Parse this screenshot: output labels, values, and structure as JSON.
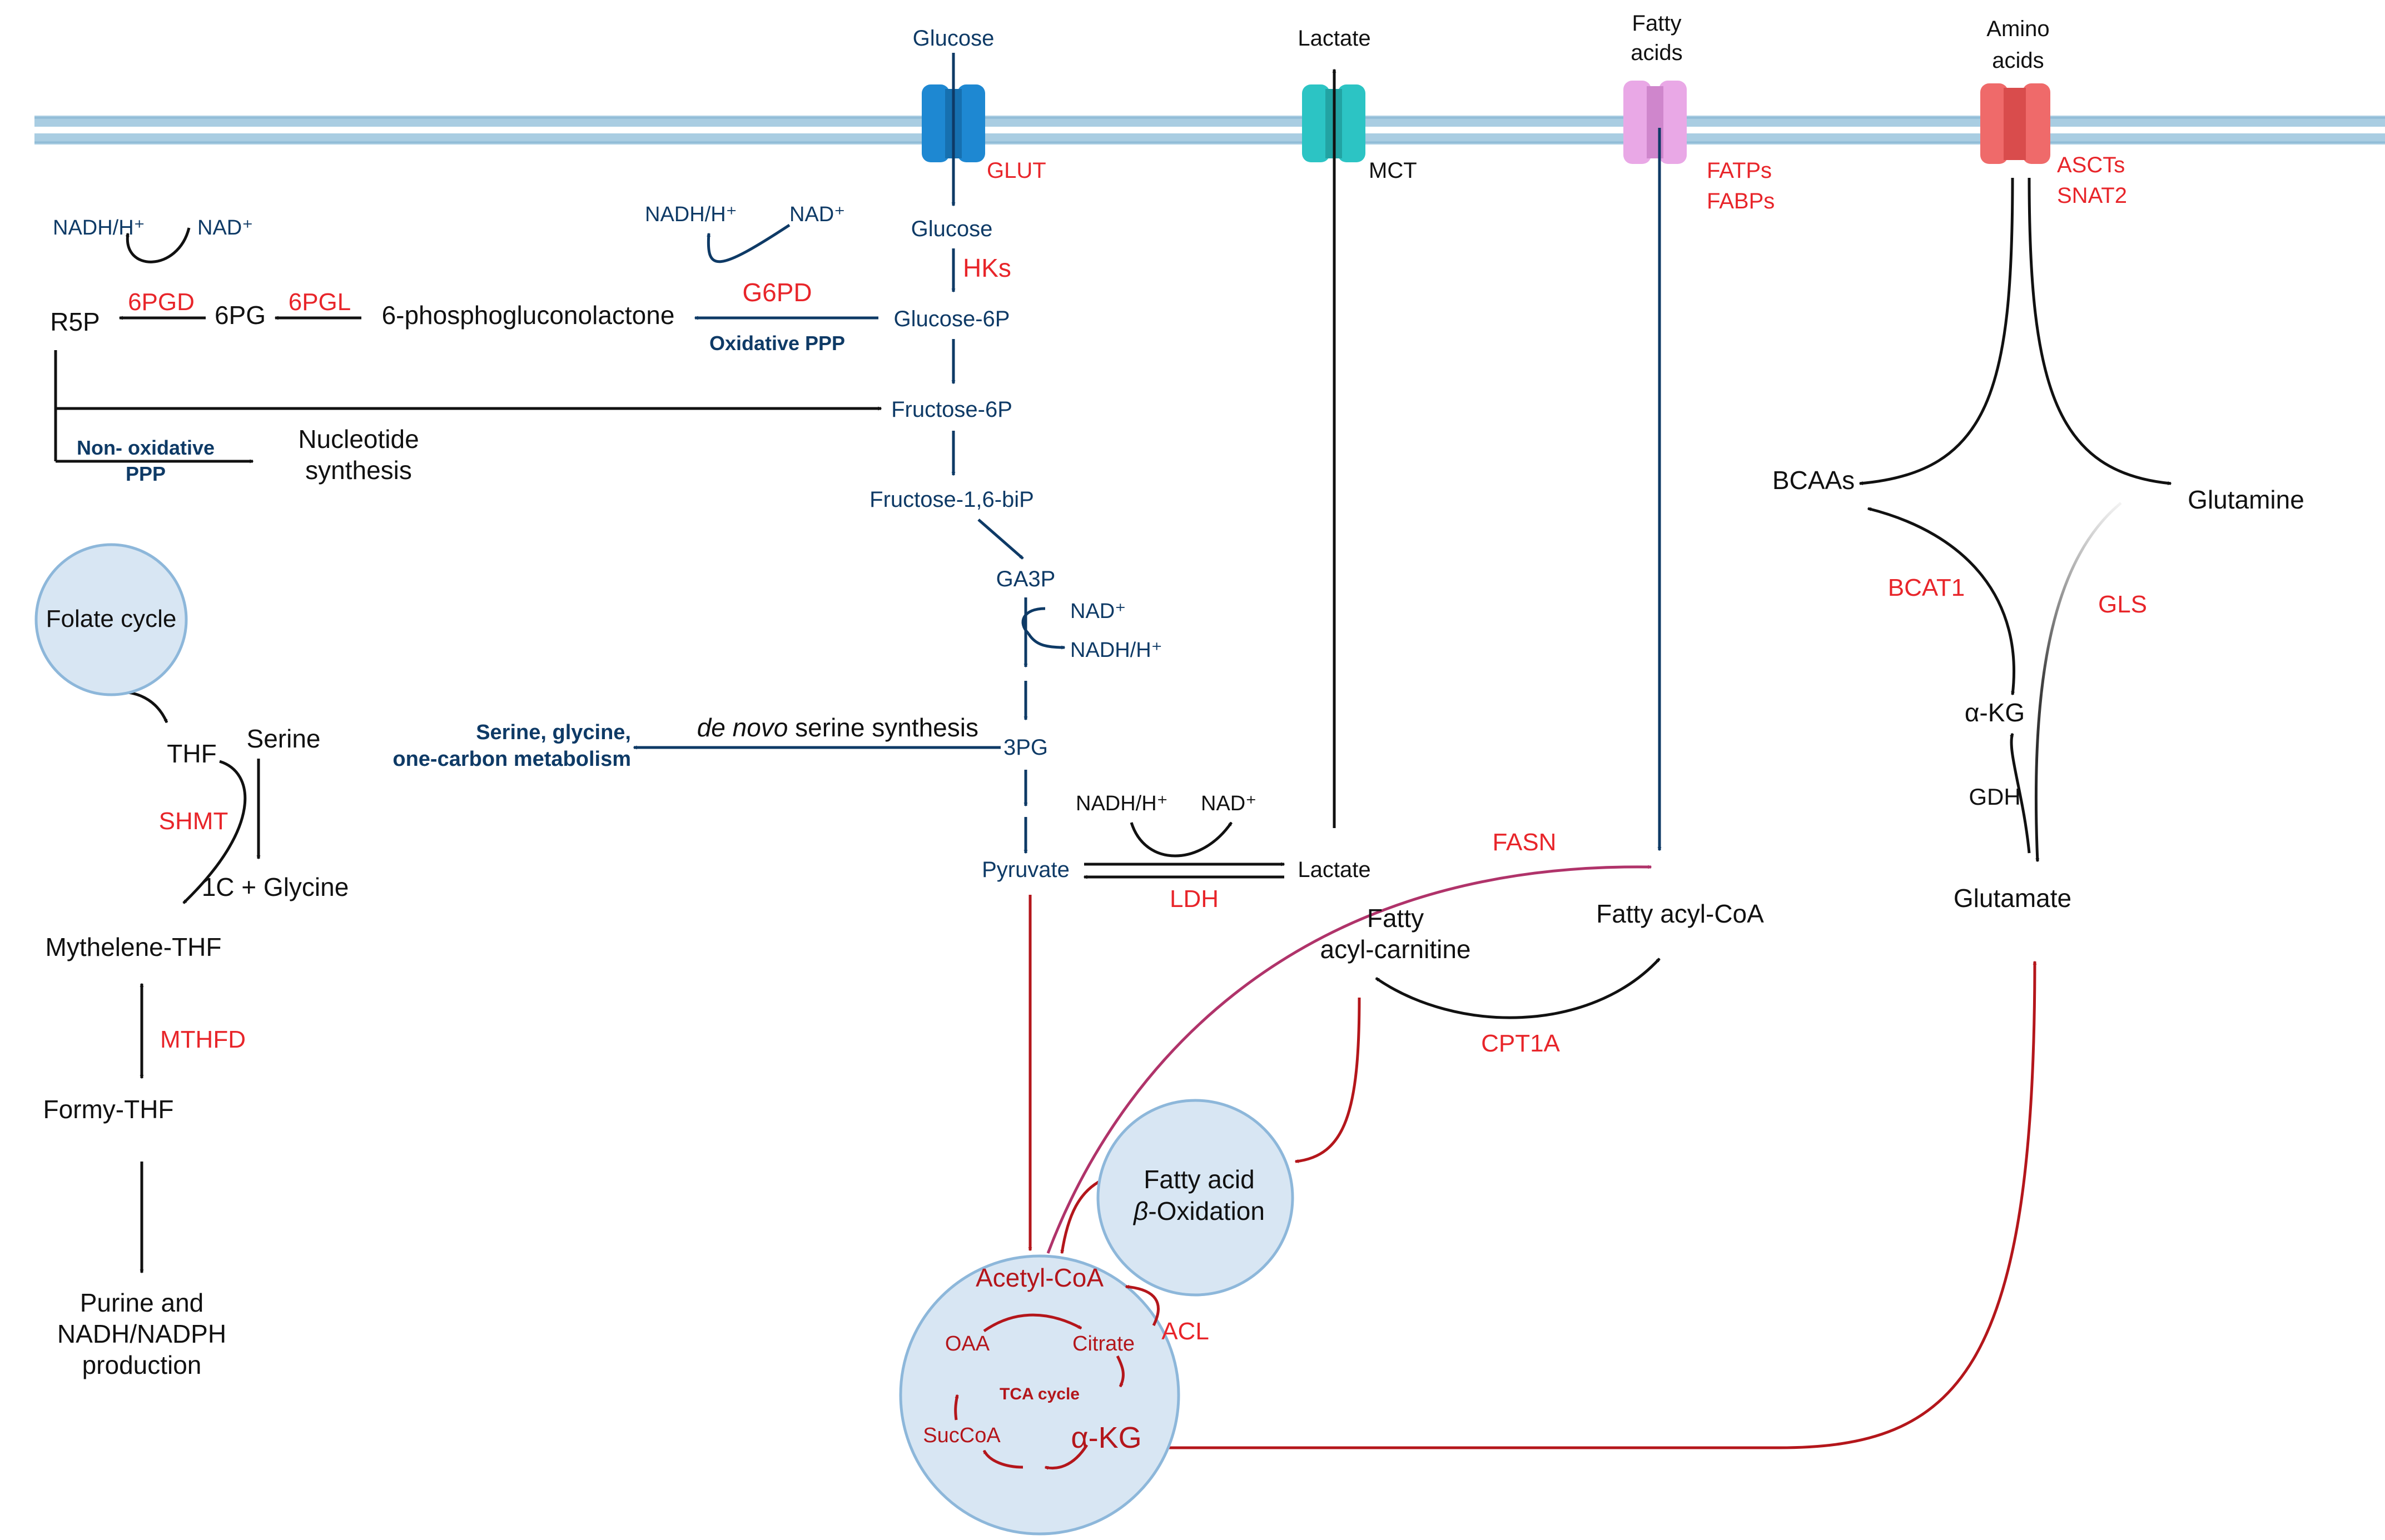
{
  "colors": {
    "pathway_blue": "#0e3a66",
    "enzyme_red": "#e8252a",
    "tca_red": "#b4161b",
    "fasn_purple": "#b0336a",
    "membrane": "#a9cde2",
    "circle_fill": "#d8e6f3",
    "glut": "#1e88d2",
    "mct": "#2cc4c4",
    "fatp": "#e9a8e6",
    "asct": "#ef6a6a"
  },
  "transport": {
    "glucose_out": "Glucose",
    "glut": "GLUT",
    "lactate_out": "Lactate",
    "mct": "MCT",
    "fatty_acids_1": "Fatty",
    "fatty_acids_2": "acids",
    "fatps": "FATPs",
    "fabps": "FABPs",
    "amino_acids_1": "Amino",
    "amino_acids_2": "acids",
    "ascts": "ASCTs",
    "snat2": "SNAT2"
  },
  "glycolysis": {
    "glucose": "Glucose",
    "hks": "HKs",
    "glucose_6p": "Glucose-6P",
    "fructose_6p": "Fructose-6P",
    "fructose_16bip": "Fructose-1,6-biP",
    "ga3p": "GA3P",
    "nad": "NAD⁺",
    "nadh": "NADH/H⁺",
    "pg3": "3PG",
    "pyruvate": "Pyruvate",
    "lactate": "Lactate",
    "ldh": "LDH",
    "ldh_nadh": "NADH/H⁺",
    "ldh_nad": "NAD⁺"
  },
  "ppp": {
    "g6pd_nadh": "NADH/H⁺",
    "g6pd_nad": "NAD⁺",
    "g6pd": "G6PD",
    "oxidative_ppp": "Oxidative PPP",
    "phosphogluconolactone": "6-phosphogluconolactone",
    "pgl": "6PGL",
    "pg6": "6PG",
    "pgd": "6PGD",
    "pgd_nadh": "NADH/H⁺",
    "pgd_nad": "NAD⁺",
    "r5p": "R5P",
    "non_oxidative_1": "Non- oxidative",
    "non_oxidative_2": "PPP",
    "nucleotide_1": "Nucleotide",
    "nucleotide_2": "synthesis"
  },
  "serine": {
    "de_novo_italic": "de novo",
    "de_novo_rest": " serine synthesis",
    "target_1": "Serine, glycine,",
    "target_2": "one-carbon metabolism"
  },
  "folate": {
    "folate_cycle": "Folate cycle",
    "thf": "THF",
    "serine": "Serine",
    "shmt": "SHMT",
    "glycine": "1C + Glycine",
    "methylene_thf": "Mythelene-THF",
    "mthfd": "MTHFD",
    "formyl_thf": "Formy-THF",
    "purine_1": "Purine and",
    "purine_2": "NADH/NADPH",
    "purine_3": "production"
  },
  "fatty_acids": {
    "fasn": "FASN",
    "fatty_acyl_coa": "Fatty acyl-CoA",
    "carnitine_1": "Fatty",
    "carnitine_2": "acyl-carnitine",
    "cpt1a": "CPT1A",
    "beta_ox_1": "Fatty acid",
    "beta_ox_2_italic": "β",
    "beta_ox_2_rest": "-Oxidation"
  },
  "tca": {
    "acetyl_coa": "Acetyl-CoA",
    "acl": "ACL",
    "citrate": "Citrate",
    "oaa": "OAA",
    "tca_cycle": "TCA cycle",
    "succoa": "SucCoA",
    "akg": "α-KG"
  },
  "amino": {
    "bcaas": "BCAAs",
    "glutamine": "Glutamine",
    "bcat1": "BCAT1",
    "gls": "GLS",
    "akg": "α-KG",
    "gdh": "GDH",
    "glutamate": "Glutamate"
  }
}
